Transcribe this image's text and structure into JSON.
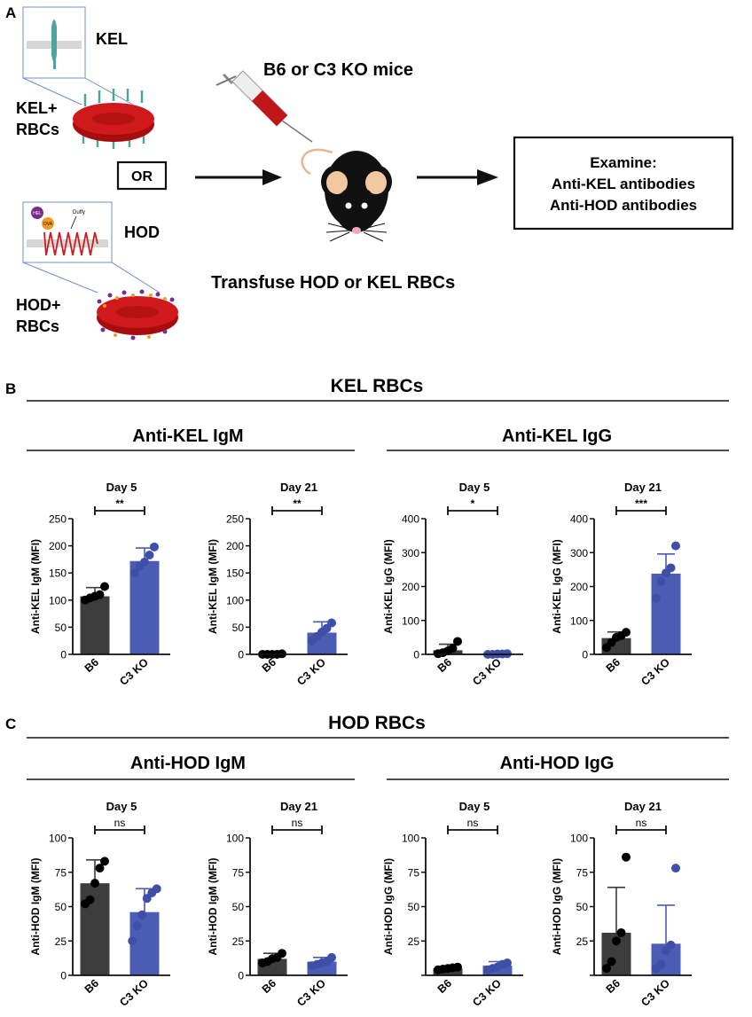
{
  "panel_a": {
    "letter": "A",
    "kel_label": "KEL",
    "kel_rbc_label_1": "KEL+",
    "kel_rbc_label_2": "RBCs",
    "or_label": "OR",
    "hod_label": "HOD",
    "hel_label": "HEL",
    "ova_label": "OVA",
    "duffy_label": "Duffy",
    "hod_rbc_label_1": "HOD+",
    "hod_rbc_label_2": "RBCs",
    "mice_label": "B6 or C3 KO mice",
    "transfuse_label": "Transfuse HOD or KEL RBCs",
    "examine_title": "Examine:",
    "examine_line_1": "Anti-KEL antibodies",
    "examine_line_2": "Anti-HOD antibodies"
  },
  "panel_b": {
    "letter": "B",
    "title": "KEL RBCs",
    "igm_header": "Anti-KEL IgM",
    "igg_header": "Anti-KEL IgG"
  },
  "panel_c": {
    "letter": "C",
    "title": "HOD RBCs",
    "igm_header": "Anti-HOD IgM",
    "igg_header": "Anti-HOD IgG"
  },
  "colors": {
    "b6": "#3d3d3d",
    "c3ko": "#4a5cb4",
    "b6_dot": "#000000",
    "c3ko_dot": "#3f4fa8"
  },
  "chart_data": [
    {
      "type": "bar",
      "title": "Day 5",
      "ylabel": "Anti-KEL IgM (MFI)",
      "categories": [
        "B6",
        "C3 KO"
      ],
      "ylim": [
        0,
        250
      ],
      "yticks": [
        "0",
        "50",
        "100",
        "150",
        "200",
        "250"
      ],
      "values": [
        107,
        172
      ],
      "error": [
        16,
        24
      ],
      "points": [
        [
          100,
          104,
          107,
          110,
          125
        ],
        [
          150,
          162,
          170,
          183,
          198
        ]
      ],
      "significance": "**"
    },
    {
      "type": "bar",
      "title": "Day 21",
      "ylabel": "Anti-KEL IgM (MFI)",
      "categories": [
        "B6",
        "C3 KO"
      ],
      "ylim": [
        0,
        250
      ],
      "yticks": [
        "0",
        "50",
        "100",
        "150",
        "200",
        "250"
      ],
      "values": [
        0.5,
        40
      ],
      "error": [
        0.5,
        20
      ],
      "points": [
        [
          0,
          0,
          0,
          0,
          1
        ],
        [
          25,
          33,
          41,
          48,
          58
        ]
      ],
      "significance": "**"
    },
    {
      "type": "bar",
      "title": "Day 5",
      "ylabel": "Anti-KEL IgG (MFI)",
      "categories": [
        "B6",
        "C3 KO"
      ],
      "ylim": [
        0,
        400
      ],
      "yticks": [
        "0",
        "100",
        "200",
        "300",
        "400"
      ],
      "values": [
        12,
        1
      ],
      "error": [
        18,
        1
      ],
      "points": [
        [
          2,
          5,
          10,
          18,
          38
        ],
        [
          0,
          0,
          1,
          1,
          2
        ]
      ],
      "significance": "*"
    },
    {
      "type": "bar",
      "title": "Day 21",
      "ylabel": "Anti-KEL IgG (MFI)",
      "categories": [
        "B6",
        "C3 KO"
      ],
      "ylim": [
        0,
        400
      ],
      "yticks": [
        "0",
        "100",
        "200",
        "300",
        "400"
      ],
      "values": [
        48,
        238
      ],
      "error": [
        18,
        58
      ],
      "points": [
        [
          20,
          35,
          50,
          55,
          65
        ],
        [
          165,
          215,
          240,
          255,
          320
        ]
      ],
      "significance": "***"
    },
    {
      "type": "bar",
      "title": "Day 5",
      "ylabel": "Anti-HOD IgM (MFI)",
      "categories": [
        "B6",
        "C3 KO"
      ],
      "ylim": [
        0,
        100
      ],
      "yticks": [
        "0",
        "25",
        "50",
        "75",
        "100"
      ],
      "values": [
        67,
        46
      ],
      "error": [
        17,
        17
      ],
      "points": [
        [
          52,
          55,
          67,
          78,
          83
        ],
        [
          25,
          36,
          44,
          56,
          60,
          63
        ]
      ],
      "significance": "ns"
    },
    {
      "type": "bar",
      "title": "Day 21",
      "ylabel": "Anti-HOD IgM (MFI)",
      "categories": [
        "B6",
        "C3 KO"
      ],
      "ylim": [
        0,
        100
      ],
      "yticks": [
        "0",
        "25",
        "50",
        "75",
        "100"
      ],
      "values": [
        12,
        10
      ],
      "error": [
        4,
        3
      ],
      "points": [
        [
          9,
          10,
          12,
          13,
          16
        ],
        [
          7,
          8,
          9,
          10,
          13
        ]
      ],
      "significance": "ns"
    },
    {
      "type": "bar",
      "title": "Day 5",
      "ylabel": "Anti-HOD IgG (MFI)",
      "categories": [
        "B6",
        "C3 KO"
      ],
      "ylim": [
        0,
        100
      ],
      "yticks": [
        "",
        "25",
        "50",
        "75",
        "100"
      ],
      "values": [
        5,
        7
      ],
      "error": [
        1,
        3
      ],
      "points": [
        [
          4,
          4.5,
          5,
          5.5,
          6
        ],
        [
          4,
          5,
          6,
          8,
          9
        ]
      ],
      "significance": "ns"
    },
    {
      "type": "bar",
      "title": "Day 21",
      "ylabel": "Anti-HOD IgG (MFI)",
      "categories": [
        "B6",
        "C3 KO"
      ],
      "ylim": [
        0,
        100
      ],
      "yticks": [
        "",
        "25",
        "50",
        "75",
        "100"
      ],
      "values": [
        31,
        23
      ],
      "error": [
        33,
        28
      ],
      "points": [
        [
          5,
          10,
          25,
          31,
          86
        ],
        [
          5,
          8,
          18,
          22,
          78
        ]
      ],
      "significance": "ns"
    }
  ]
}
